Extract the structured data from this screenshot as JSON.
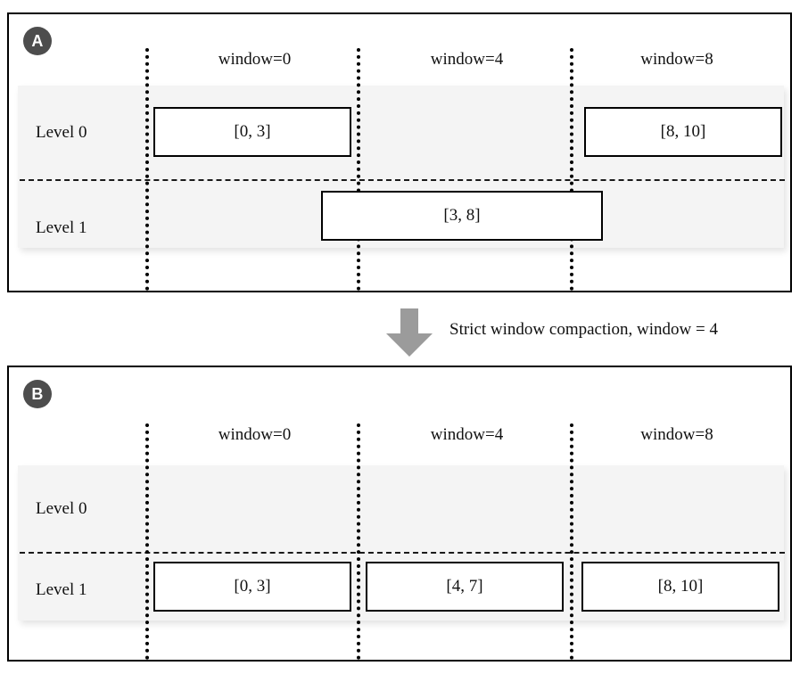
{
  "figure": {
    "type": "diagram",
    "description": "Two-panel diagram illustrating strict window compaction of LSM levels"
  },
  "panels": [
    {
      "id": "A",
      "badge": "A",
      "window_labels": [
        "window=0",
        "window=4",
        "window=8"
      ],
      "level_labels": [
        "Level 0",
        "Level 1"
      ],
      "boxes": [
        {
          "level": "Level 0",
          "label": "[0, 3]"
        },
        {
          "level": "Level 0",
          "label": "[8, 10]"
        },
        {
          "level": "Level 1",
          "label": "[3, 8]"
        }
      ]
    },
    {
      "id": "B",
      "badge": "B",
      "window_labels": [
        "window=0",
        "window=4",
        "window=8"
      ],
      "level_labels": [
        "Level 0",
        "Level 1"
      ],
      "boxes": [
        {
          "level": "Level 1",
          "label": "[0, 3]"
        },
        {
          "level": "Level 1",
          "label": "[4, 7]"
        },
        {
          "level": "Level 1",
          "label": "[8, 10]"
        }
      ]
    }
  ],
  "transition": {
    "caption": "Strict window compaction, window = 4",
    "arrow": "down-arrow",
    "arrow_color": "#9b9b9b"
  },
  "colors": {
    "badge_bg": "#4d4d4d",
    "badge_text": "#ffffff",
    "band_bg": "#f4f4f4",
    "box_border": "#000000",
    "box_bg": "#ffffff",
    "panel_border": "#000000",
    "text": "#111111"
  }
}
